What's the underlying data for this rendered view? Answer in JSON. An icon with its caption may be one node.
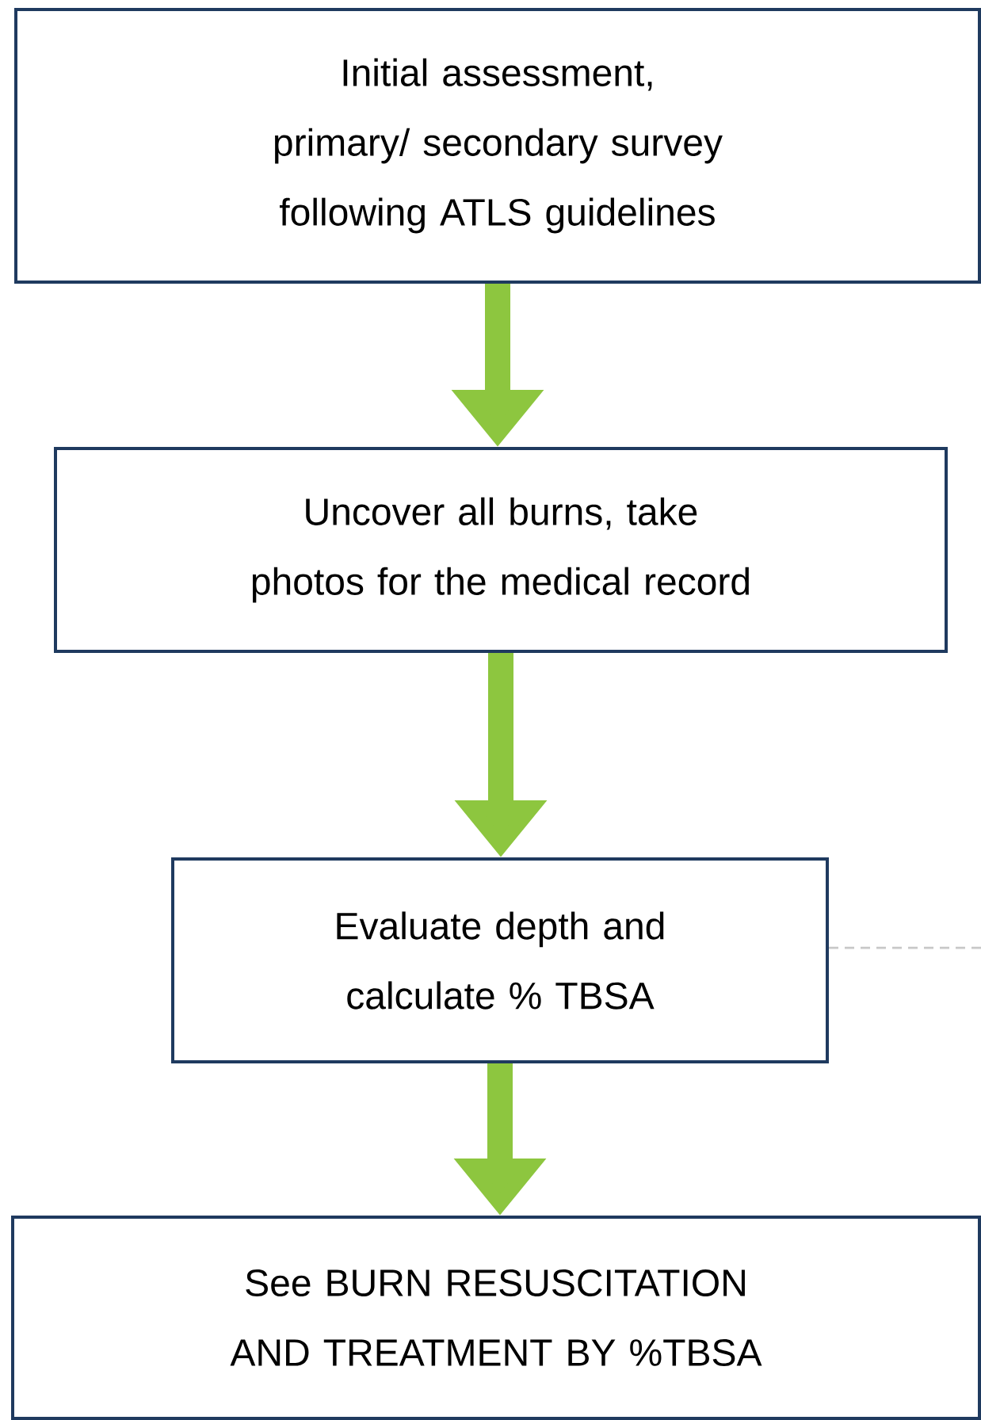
{
  "diagram": {
    "nodes": [
      {
        "text": [
          "Initial assessment, primary/ secondary survey following ATLS guidelines"
        ]
      },
      {
        "text": [
          "Uncover all burns, take photos for the medical record"
        ]
      },
      {
        "text": [
          "Evaluate depth and calculate % TBSA"
        ]
      },
      {
        "text": [
          "See BURN RESUSCITATION AND TREATMENT BY %TBSA"
        ]
      }
    ],
    "edges": [
      {
        "from": 0,
        "to": 1,
        "arrow": "to"
      },
      {
        "from": 1,
        "to": 2,
        "arrow": "to"
      },
      {
        "from": 2,
        "to": 3,
        "arrow": "to"
      },
      {
        "from": 2,
        "to": null,
        "arrow": "none",
        "style": "dashed",
        "color": "#c8c8c8"
      }
    ]
  }
}
